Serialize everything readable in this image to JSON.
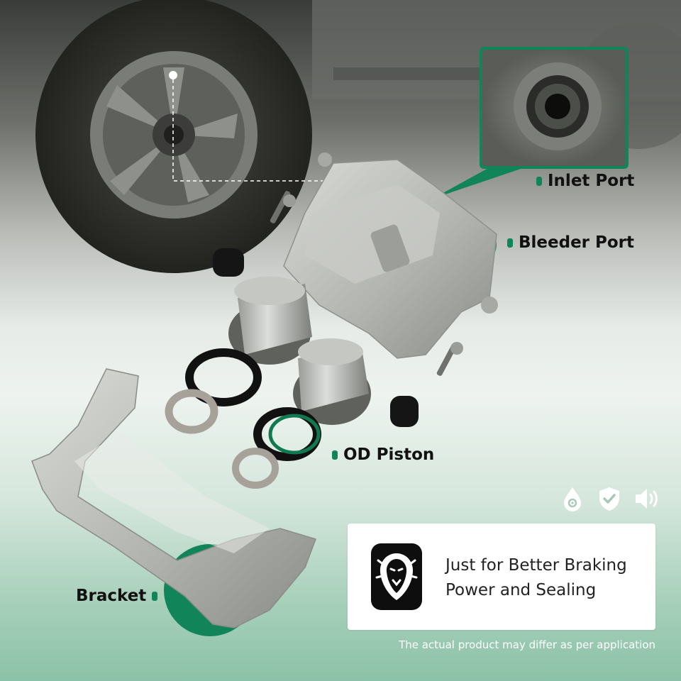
{
  "callouts": {
    "inlet_port": "Inlet Port",
    "bleeder_port": "Bleeder Port",
    "od_piston": "OD Piston",
    "bracket": "Bracket"
  },
  "icons": [
    "droplet-gear-icon",
    "shield-check-icon",
    "speaker-icon"
  ],
  "card": {
    "line1": "Just for Better Braking",
    "line2": "Power and Sealing"
  },
  "disclaimer": "The actual product may differ as per application",
  "colors": {
    "accent": "#12845a",
    "accent_light": "#1a9a6a",
    "metal": "#b4b6b2"
  }
}
